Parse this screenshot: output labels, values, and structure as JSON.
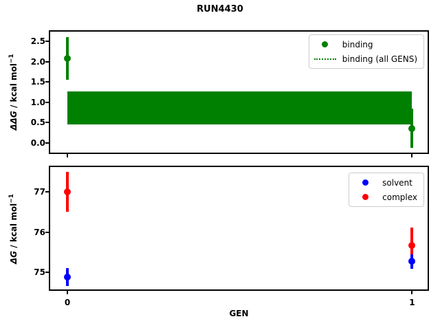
{
  "figure": {
    "title": "RUN4430",
    "xlabel": "GEN",
    "background": "#ffffff"
  },
  "colors": {
    "binding": "#008000",
    "solvent": "#0000ff",
    "complex": "#ff0000",
    "axis": "#000000",
    "legend_border": "#cccccc"
  },
  "chart_data": [
    {
      "type": "scatter",
      "title": "RUN4430",
      "ylabel": {
        "italic": "ΔΔG",
        "rest": " / kcal mol",
        "sup": "−1"
      },
      "xlabel": "",
      "xlim": [
        -0.05,
        1.045
      ],
      "ylim": [
        -0.24,
        2.74
      ],
      "grid": false,
      "yticks": [
        "0.0",
        "0.5",
        "1.0",
        "1.5",
        "2.0",
        "2.5"
      ],
      "ytick_values": [
        0.0,
        0.5,
        1.0,
        1.5,
        2.0,
        2.5
      ],
      "xtick_values": [
        0,
        1
      ],
      "xtick_labels": [],
      "band": {
        "label": "binding (all GENS)",
        "x0": 0,
        "x1": 1,
        "ylo": 0.46,
        "yhi": 1.26,
        "color": "#008000"
      },
      "series": [
        {
          "name": "binding",
          "color": "#008000",
          "points": [
            {
              "x": 0,
              "y": 2.08,
              "err": 0.53
            },
            {
              "x": 1,
              "y": 0.36,
              "err": 0.48
            }
          ]
        }
      ],
      "legend": [
        {
          "label": "binding",
          "marker": "dot",
          "color": "#008000"
        },
        {
          "label": "binding (all GENS)",
          "marker": "dotted-line",
          "color": "#008000"
        }
      ],
      "legend_position": "upper right"
    },
    {
      "type": "scatter",
      "title": "",
      "ylabel": {
        "italic": "ΔG",
        "rest": " / kcal mol",
        "sup": "−1"
      },
      "xlabel": "GEN",
      "xlim": [
        -0.05,
        1.045
      ],
      "ylim": [
        74.57,
        77.62
      ],
      "grid": false,
      "yticks": [
        "75",
        "76",
        "77"
      ],
      "ytick_values": [
        75,
        76,
        77
      ],
      "xtick_values": [
        0,
        1
      ],
      "xtick_labels": [
        "0",
        "1"
      ],
      "series": [
        {
          "name": "complex",
          "color": "#ff0000",
          "points": [
            {
              "x": 0,
              "y": 77.0,
              "err": 0.5
            },
            {
              "x": 1,
              "y": 75.67,
              "err": 0.45
            }
          ]
        },
        {
          "name": "solvent",
          "color": "#0000ff",
          "points": [
            {
              "x": 0,
              "y": 74.88,
              "err": 0.22
            },
            {
              "x": 1,
              "y": 75.27,
              "err": 0.18
            }
          ]
        }
      ],
      "legend": [
        {
          "label": "solvent",
          "marker": "dot",
          "color": "#0000ff"
        },
        {
          "label": "complex",
          "marker": "dot",
          "color": "#ff0000"
        }
      ],
      "legend_position": "upper right"
    }
  ]
}
